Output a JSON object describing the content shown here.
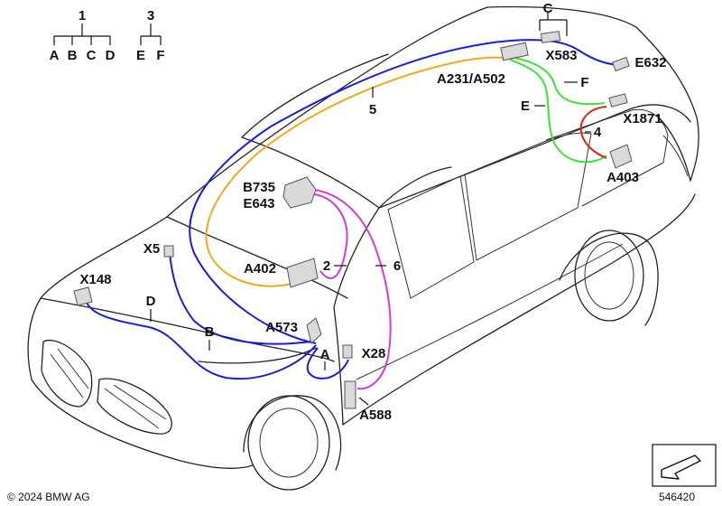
{
  "legend": {
    "group1": {
      "title": "1",
      "items": [
        "A",
        "B",
        "C",
        "D"
      ]
    },
    "group2": {
      "title": "3",
      "items": [
        "E",
        "F"
      ]
    }
  },
  "labels": {
    "c": "C",
    "x583": "X583",
    "e632": "E632",
    "a231": "A231/A502",
    "f": "F",
    "e": "E",
    "x1871": "X1871",
    "four": "4",
    "a403": "A403",
    "five": "5",
    "b735": "B735",
    "e643": "E643",
    "x5": "X5",
    "x148": "X148",
    "d": "D",
    "a402": "A402",
    "two": "2",
    "six": "6",
    "a573": "A573",
    "b": "B",
    "a": "A",
    "x28": "X28",
    "a588": "A588"
  },
  "footer": {
    "copyright": "© 2024 BMW AG",
    "ref_number": "546420"
  },
  "colors": {
    "blue": "#1c1cd6",
    "orange": "#f2a81d",
    "magenta": "#d63ad6",
    "green": "#3be03b",
    "red": "#e02020"
  }
}
